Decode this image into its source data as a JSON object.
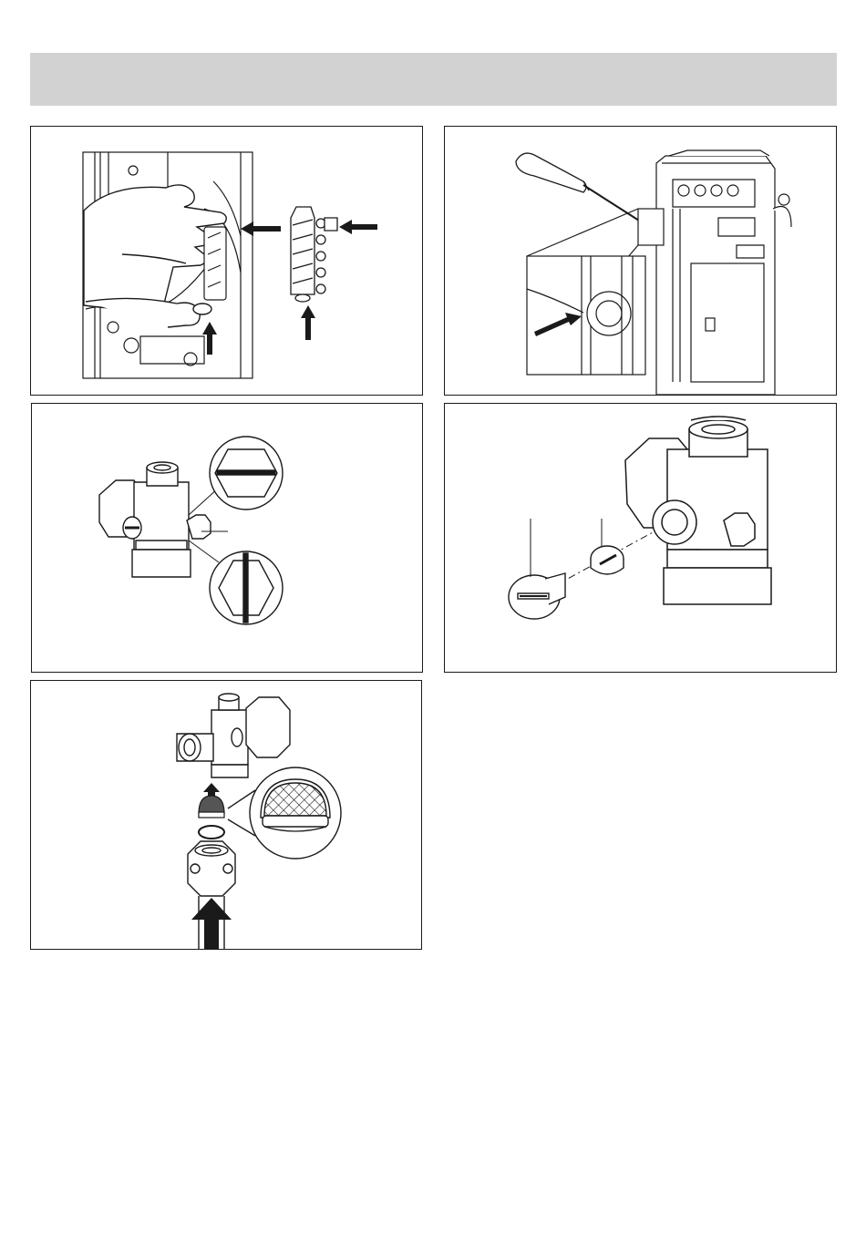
{
  "page": {
    "header_bar_color": "#d2d2d2",
    "line_color": "#1a1a1a"
  },
  "panels": [
    {
      "id": "p1",
      "icons": [
        "hand-icon",
        "terminal-block-icon",
        "arrow-icon"
      ]
    },
    {
      "id": "p2",
      "icons": [
        "screwdriver-icon",
        "appliance-icon",
        "detail-inset-icon",
        "arrow-icon"
      ]
    },
    {
      "id": "p3",
      "icons": [
        "valve-icon",
        "slot-open-icon",
        "slot-closed-icon"
      ]
    },
    {
      "id": "p4",
      "icons": [
        "valve-icon",
        "cap-icon",
        "insert-icon"
      ]
    },
    {
      "id": "p5",
      "icons": [
        "valve-icon",
        "filter-sieve-icon",
        "o-ring-icon",
        "nut-icon",
        "flow-arrow-icon"
      ]
    }
  ]
}
